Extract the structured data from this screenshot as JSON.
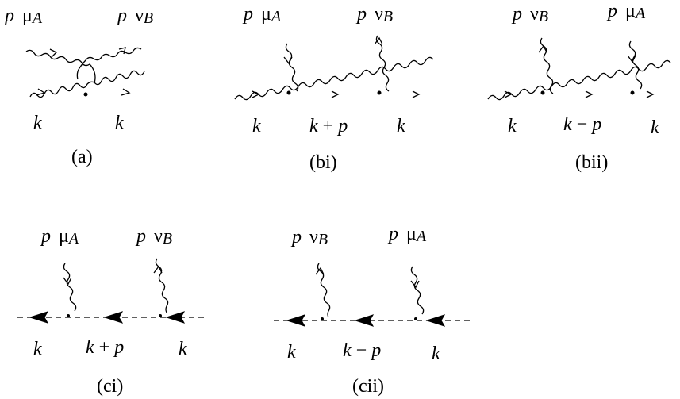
{
  "diagrams": {
    "a": {
      "caption": "(a)",
      "leg_left": "p μ_A",
      "leg_right": "p ν_B",
      "mom_left": "k",
      "mom_right": "k"
    },
    "bi": {
      "caption": "(bi)",
      "leg_left": "p μ_A",
      "leg_right": "p ν_B",
      "mom_left": "k",
      "mom_mid": "k + p",
      "mom_right": "k"
    },
    "bii": {
      "caption": "(bii)",
      "leg_left": "p ν_B",
      "leg_right": "p μ_A",
      "mom_left": "k",
      "mom_mid": "k − p",
      "mom_right": "k"
    },
    "ci": {
      "caption": "(ci)",
      "leg_left": "p μ_A",
      "leg_right": "p ν_B",
      "mom_left": "k",
      "mom_mid": "k + p",
      "mom_right": "k"
    },
    "cii": {
      "caption": "(cii)",
      "leg_left": "p ν_B",
      "leg_right": "p μ_A",
      "mom_left": "k",
      "mom_mid": "k − p",
      "mom_right": "k"
    }
  }
}
